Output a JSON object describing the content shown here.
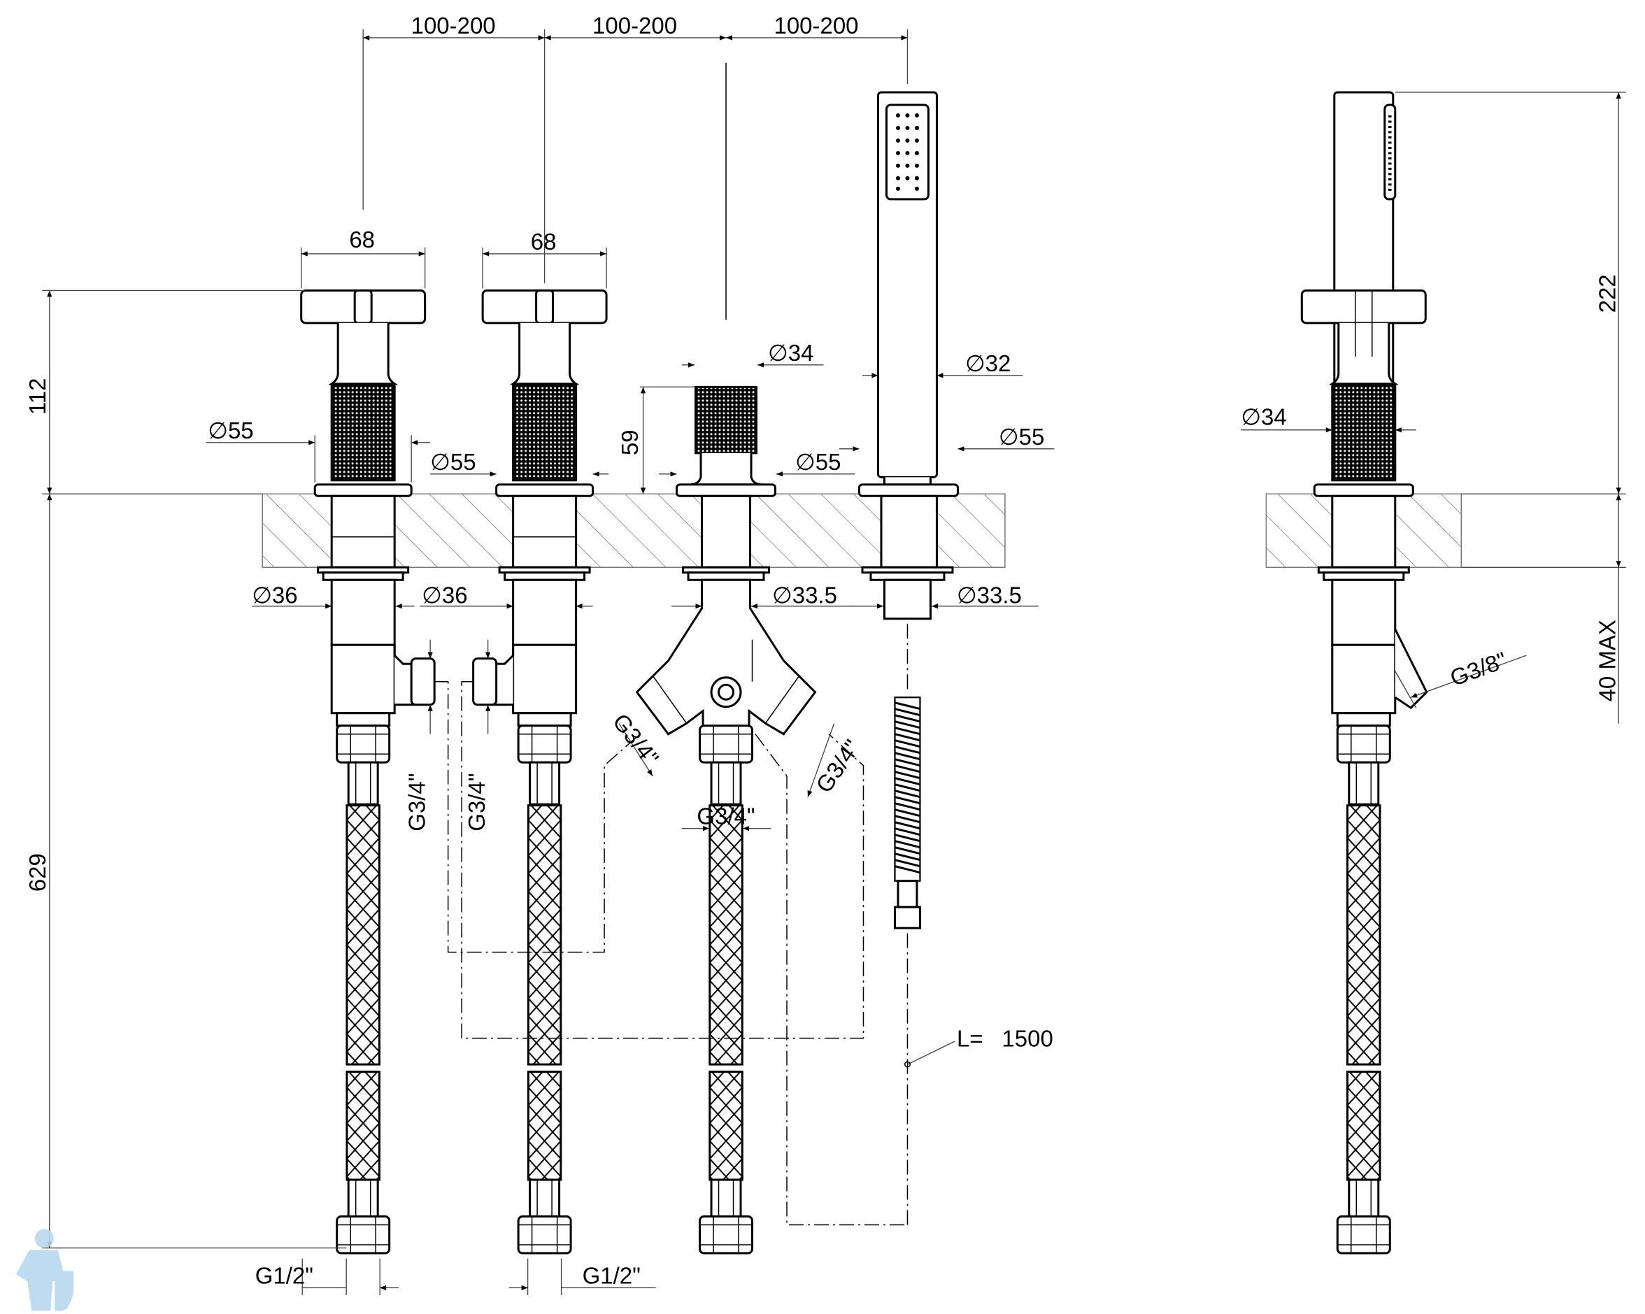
{
  "dimensions": {
    "spacing_1": "100-200",
    "spacing_2": "100-200",
    "spacing_3": "100-200",
    "handle_width_1": "68",
    "handle_width_2": "68",
    "height_handle": "112",
    "height_below_deck": "629",
    "diverter_height": "59",
    "diverter_dia": "∅34",
    "handshower_dia": "∅32",
    "flange_dia_1": "∅55",
    "flange_dia_2": "∅55",
    "flange_dia_3": "∅55",
    "flange_dia_4": "∅55",
    "shank_dia_1": "∅36",
    "shank_dia_2": "∅36",
    "shank_dia_3": "∅33.5",
    "shank_dia_4": "∅33.5",
    "outlet_1": "G3/4\"",
    "outlet_2": "G3/4\"",
    "diverter_in_left": "G3/4\"",
    "diverter_in_right": "G3/4\"",
    "diverter_out": "G3/4\"",
    "inlet_1": "G1/2\"",
    "inlet_2": "G1/2\"",
    "hose_length_label": "L=",
    "hose_length": "1500",
    "side_dia": "∅34",
    "side_height": "222",
    "deck_max": "40 MAX",
    "side_outlet": "G3/8\""
  }
}
